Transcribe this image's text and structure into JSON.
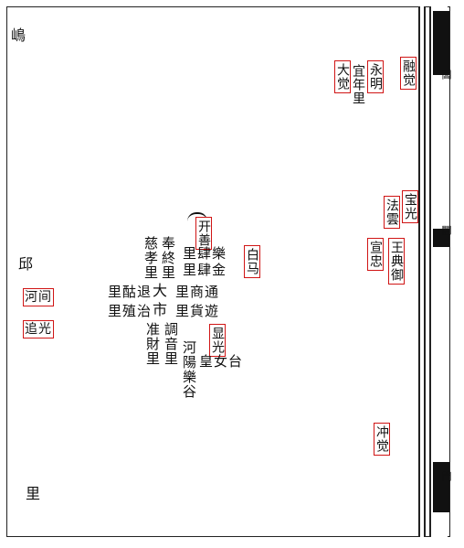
{
  "map": {
    "left_edge": {
      "top_glyph": "嶋",
      "mid_glyph": "邱",
      "bottom_glyph": "里"
    },
    "center": {
      "da": "大",
      "shi": "市",
      "lines_left": [
        "里酤退",
        "里殖治"
      ],
      "lines_right": [
        "里商通",
        "里貨遊"
      ],
      "col_1": "慈孝里",
      "col_2": "奉終里",
      "col_3": "里肆樂",
      "col_4": "里肆金",
      "col_5": "准財里",
      "col_6": "調音里",
      "col_7": "河陽樂谷",
      "col_8": "皇女台"
    },
    "boxed_labels": {
      "kaishan": "开善",
      "baima": "白马",
      "hejian": "河间",
      "zhuiguang": "追光",
      "xianguang": "显光",
      "dajue": "大觉",
      "yongming": "永明",
      "rongjue": "融觉",
      "bao_guang": "宝光",
      "fayun": "法雲",
      "xuanzhong": "宣忠",
      "wang_dian_yu": "王典御",
      "chongjue": "冲觉"
    },
    "plain_labels": {
      "yiren": "宜年里"
    },
    "gate_labels": [
      "閶",
      "闔",
      "門"
    ]
  }
}
